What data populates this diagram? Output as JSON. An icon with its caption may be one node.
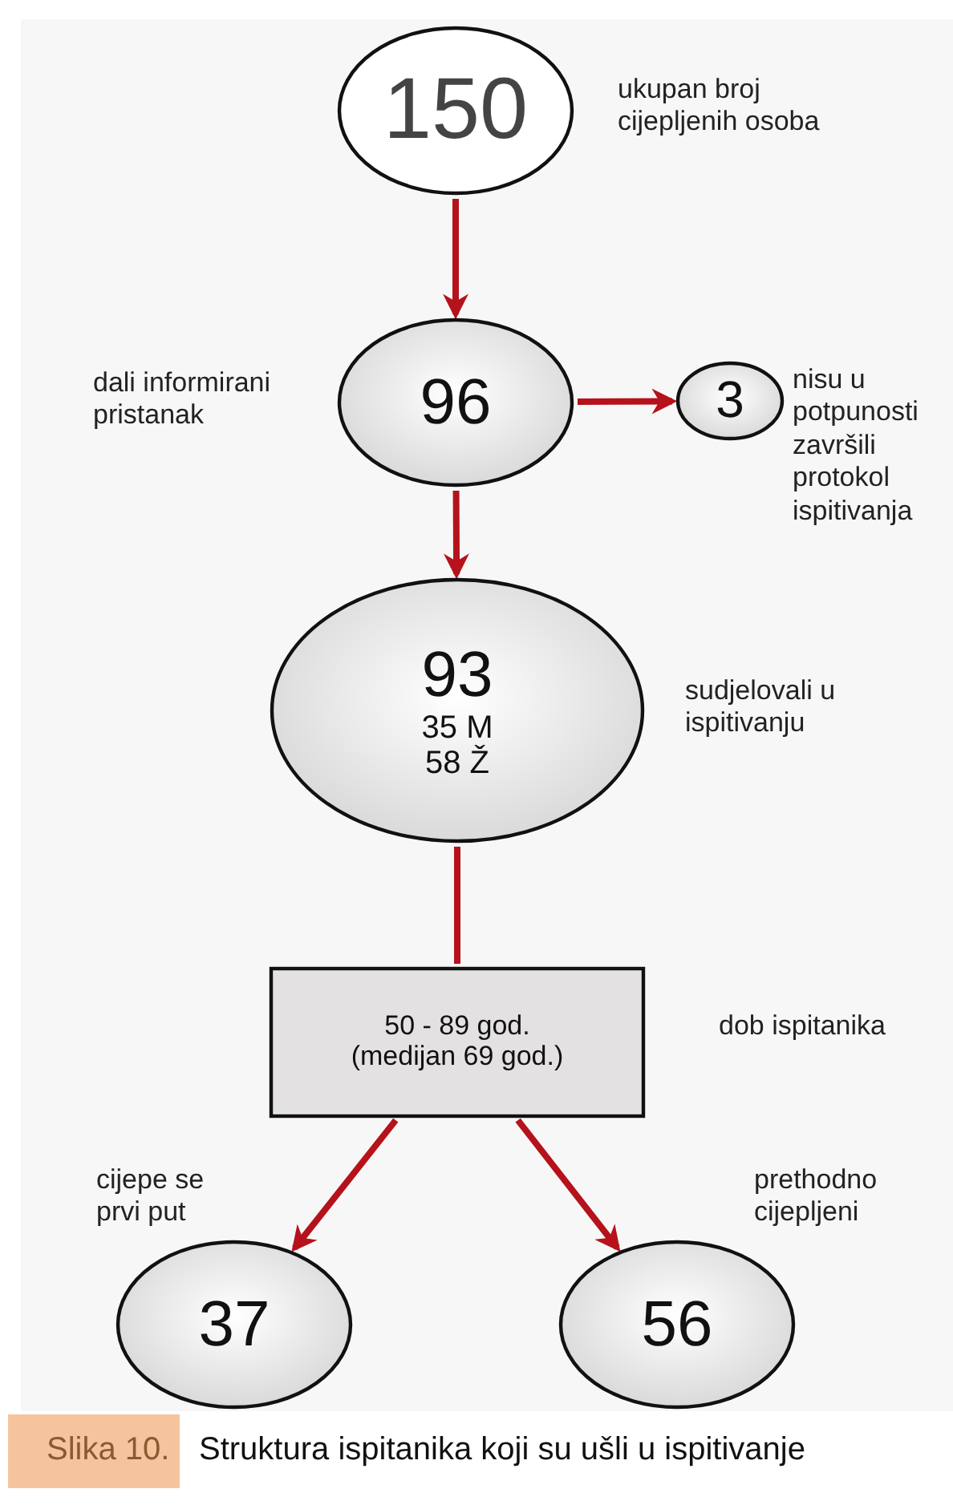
{
  "diagram": {
    "caption": "Struktura ispitanika koji su ušli u ispitivanje",
    "nodes": [
      {
        "text": [
          "150"
        ],
        "beside": [
          "ukupan broj cijepljenih osoba"
        ]
      },
      {
        "text": [
          "96"
        ],
        "beside": [
          "dali informirani pristanak"
        ]
      },
      {
        "text": [
          "3"
        ],
        "beside": [
          "nisu u potpunosti završili protokol ispitivanja"
        ]
      },
      {
        "text": [
          "93",
          "35 M",
          "58 Ž"
        ],
        "beside": [
          "sudjelovali u ispitivanju"
        ]
      },
      {
        "text": [
          "50 - 89 god.",
          "(medijan 69 god.)"
        ],
        "beside": [
          "dob ispitanika"
        ]
      },
      {
        "text": [
          "37"
        ],
        "beside": [
          "cijepe se prvi put"
        ]
      },
      {
        "text": [
          "56"
        ],
        "beside": [
          "prethodno cijepljeni"
        ]
      }
    ],
    "edges": [
      {
        "from": 0,
        "to": 1,
        "arrow": "to"
      },
      {
        "from": 1,
        "to": 2,
        "arrow": "to"
      },
      {
        "from": 1,
        "to": 3,
        "arrow": "to"
      },
      {
        "from": 3,
        "to": 4,
        "arrow": "none"
      },
      {
        "from": 4,
        "to": 5,
        "arrow": "to"
      },
      {
        "from": 4,
        "to": 6,
        "arrow": "to"
      }
    ],
    "labels": [
      "Slika 10."
    ]
  }
}
